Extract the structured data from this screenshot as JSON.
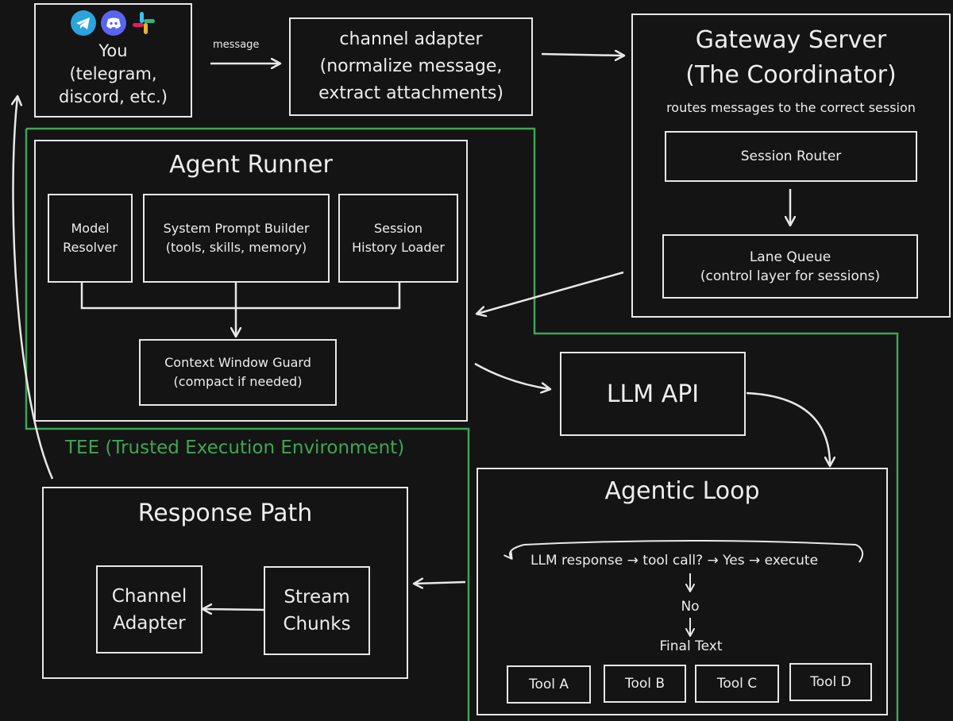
{
  "you": {
    "line1": "You",
    "line2": "(telegram,",
    "line3": "discord, etc.)"
  },
  "arrow_message": "message",
  "channel_adapter": {
    "line1": "channel adapter",
    "line2": "(normalize message,",
    "line3": "extract attachments)"
  },
  "gateway": {
    "title1": "Gateway Server",
    "title2": "(The Coordinator)",
    "subtitle": "routes messages to the correct session",
    "session_router": "Session Router",
    "lane_queue1": "Lane Queue",
    "lane_queue2": "(control layer for sessions)"
  },
  "agent_runner": {
    "title": "Agent Runner",
    "model1": "Model",
    "model2": "Resolver",
    "spb1": "System Prompt Builder",
    "spb2": "(tools, skills, memory)",
    "shl1": "Session",
    "shl2": "History Loader",
    "cwg1": "Context Window Guard",
    "cwg2": "(compact if needed)"
  },
  "tee_label": "TEE (Trusted Execution Environment)",
  "llm_api": "LLM API",
  "agentic_loop": {
    "title": "Agentic Loop",
    "loop_text": "LLM response → tool call? → Yes → execute",
    "no": "No",
    "final": "Final Text",
    "tools": [
      "Tool A",
      "Tool B",
      "Tool C",
      "Tool D"
    ]
  },
  "response_path": {
    "title": "Response Path",
    "ca1": "Channel",
    "ca2": "Adapter",
    "sc1": "Stream",
    "sc2": "Chunks"
  },
  "colors": {
    "tee_green": "#3fa556",
    "line": "#e8e8e8",
    "background": "#141414"
  },
  "icons": [
    "telegram-icon",
    "discord-icon",
    "slack-icon"
  ]
}
